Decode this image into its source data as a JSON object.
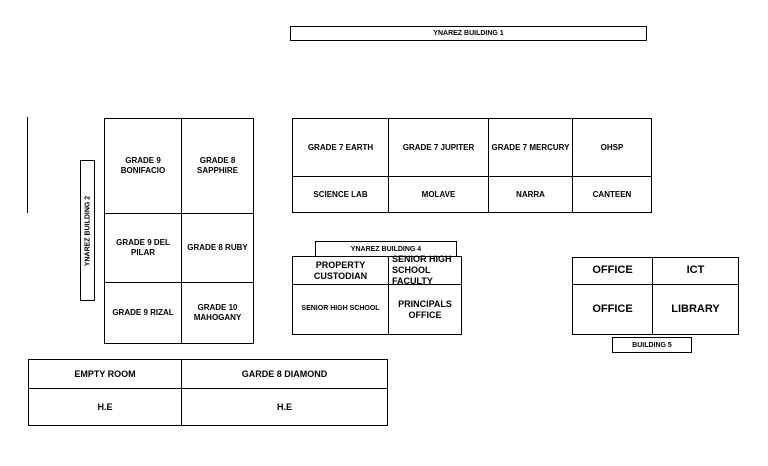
{
  "buildings": {
    "b1": "YNAREZ BUILDING 1",
    "b2": "YNAREZ BUILDING 2",
    "b4": "YNAREZ BUILDING 4",
    "b5": "BUILDING 5"
  },
  "rooms_b2": {
    "r1c1": "GRADE 9 BONIFACIO",
    "r1c2": "GRADE 8 SAPPHIRE",
    "r2c1": "GRADE 9 DEL PILAR",
    "r2c2": "GRADE 8 RUBY",
    "r3c1": "GRADE 9 RIZAL",
    "r3c2": "GRADE 10 MAHOGANY"
  },
  "rooms_b1": {
    "r1": [
      "GRADE 7 EARTH",
      "GRADE 7 JUPITER",
      "GRADE 7 MERCURY",
      "OHSP"
    ],
    "r2": [
      "SCIENCE LAB",
      "MOLAVE",
      "NARRA",
      "CANTEEN"
    ]
  },
  "rooms_b4": {
    "property": "PROPERTY CUSTODIAN",
    "shs_faculty": "SENIOR HIGH SCHOOL FACULTY",
    "shs": "SENIOR HIGH SCHOOL",
    "principals": "PRINCIPALS OFFICE"
  },
  "rooms_b5": {
    "office1": "OFFICE",
    "ict": "ICT",
    "office2": "OFFICE",
    "library": "LIBRARY"
  },
  "rooms_bottom": {
    "empty": "EMPTY ROOM",
    "diamond": "GARDE 8 DIAMOND",
    "he1": "H.E",
    "he2": "H.E"
  }
}
